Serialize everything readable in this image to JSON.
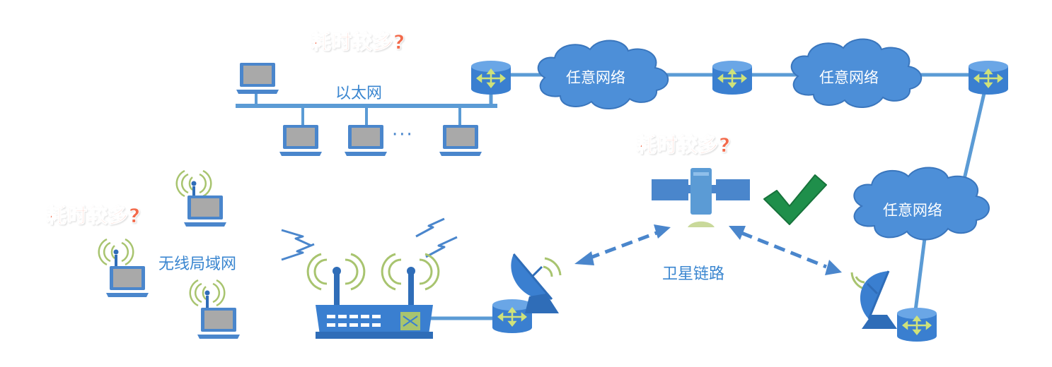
{
  "labels": {
    "ethernet": "以太网",
    "wireless_lan": "无线局域网",
    "satellite_link": "卫星链路",
    "any_network": "任意网络",
    "time_consuming": "耗时较多?",
    "ellipsis": "···"
  },
  "colors": {
    "line": "#5b9bd5",
    "device": "#4a86cc",
    "device_dark": "#2f6db8",
    "screen": "#a9a9a9",
    "cloud": "#4d8fd8",
    "question": "#f26a4b",
    "check": "#1f8f4b",
    "signal": "#a8c46f"
  },
  "icons": [
    "laptop-icon",
    "router-icon",
    "cloud-icon",
    "satellite-icon",
    "satellite-dish-icon",
    "wireless-ap-icon",
    "lightning-icon",
    "checkmark-icon"
  ]
}
